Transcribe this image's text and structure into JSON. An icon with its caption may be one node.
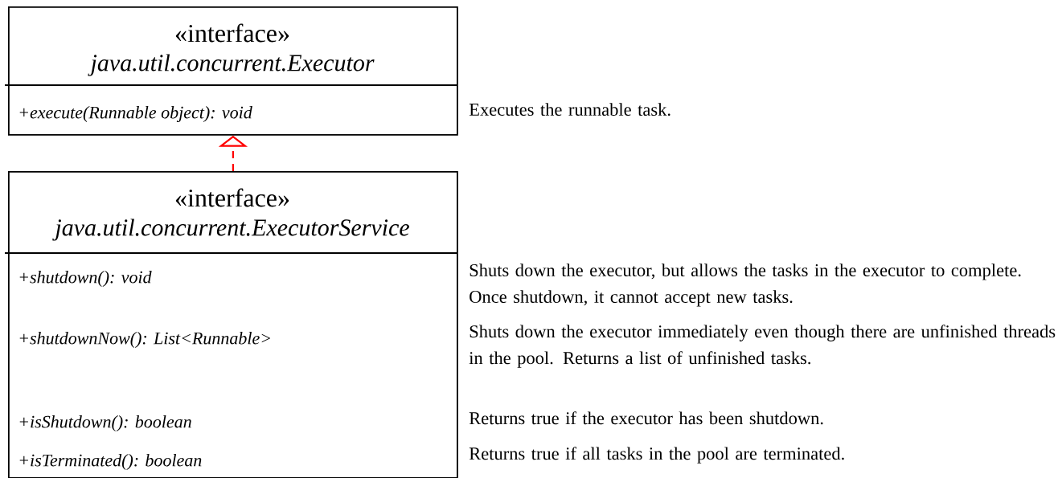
{
  "diagram": {
    "nodes": [
      {
        "text": [
          "«interface»",
          "java.util.concurrent.Executor",
          "+execute(Runnable object): void"
        ]
      },
      {
        "text": [
          "«interface»",
          "java.util.concurrent.ExecutorService",
          "+shutdown(): void",
          "+shutdownNow(): List<Runnable>",
          "+isShutdown(): boolean",
          "+isTerminated(): boolean"
        ]
      }
    ],
    "edges": [
      {
        "from": 1,
        "to": 0,
        "arrow": "to",
        "style": "dashed",
        "color": "#ff0000"
      }
    ],
    "labels": [
      "Executes the runnable task.",
      "Shuts down the executor, but allows the tasks in the executor to complete. Once shutdown, it cannot accept new tasks.",
      "Shuts down the executor immediately even though there are unfinished threads in the pool. Returns a list of unfinished tasks.",
      "Returns true if the executor has been shutdown.",
      "Returns true if all tasks in the pool are terminated."
    ]
  }
}
